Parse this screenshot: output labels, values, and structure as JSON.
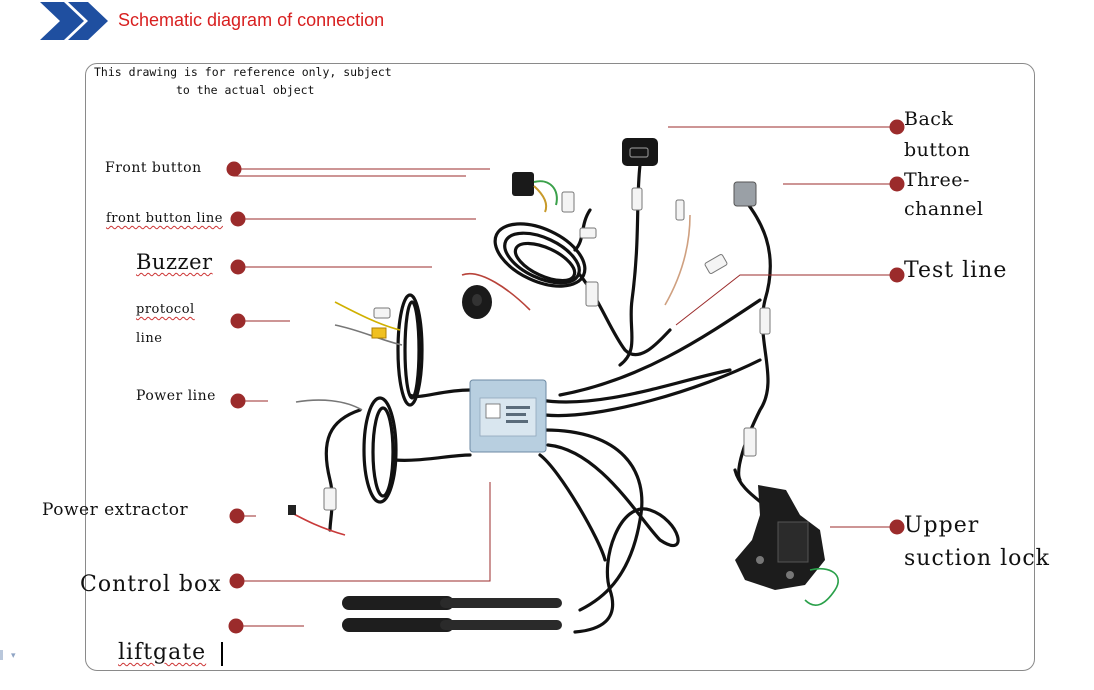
{
  "header": {
    "title": "Schematic diagram of connection"
  },
  "note": {
    "line1": "This drawing is for reference only, subject",
    "line2": "to the actual object"
  },
  "labels": {
    "front_button": "Front button",
    "front_button_line": "front button line",
    "buzzer": "Buzzer",
    "protocol_1": "protocol",
    "protocol_2": "line",
    "power_line": "Power line",
    "power_extractor": "Power extractor",
    "control_box": "Control box",
    "liftgate": "liftgate",
    "back_button_1": "Back",
    "back_button_2": "button",
    "three_channel_1": "Three-",
    "three_channel_2": "channel",
    "test_line": "Test line",
    "upper_lock_1": "Upper",
    "upper_lock_2": "suction lock"
  },
  "colors": {
    "header_text": "#d82020",
    "chevron": "#1f4fa0",
    "marker": "#9b2b2b",
    "leader": "#9b2b2b",
    "cable": "#111111",
    "control_box": "#b8cfe0"
  },
  "icons": {
    "header": "double-chevron-right-icon"
  }
}
